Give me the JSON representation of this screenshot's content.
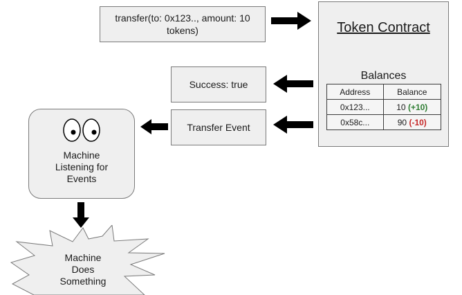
{
  "call": {
    "text": "transfer(to: 0x123.., amount: 10 tokens)"
  },
  "contract": {
    "title": "Token Contract",
    "balances_title": "Balances",
    "columns": [
      "Address",
      "Balance"
    ],
    "rows": [
      {
        "address": "0x123...",
        "balance": "10",
        "change": "(+10)",
        "change_color": "#2e7d32"
      },
      {
        "address": "0x58c...",
        "balance": "90",
        "change": "(-10)",
        "change_color": "#c62828"
      }
    ]
  },
  "success": {
    "text": "Success: true"
  },
  "event": {
    "text": "Transfer Event"
  },
  "machine": {
    "label": "Machine\nListening for\nEvents",
    "icon": "eyes-icon"
  },
  "burst": {
    "label": "Machine\nDoes\nSomething",
    "icon": "starburst-shape"
  }
}
